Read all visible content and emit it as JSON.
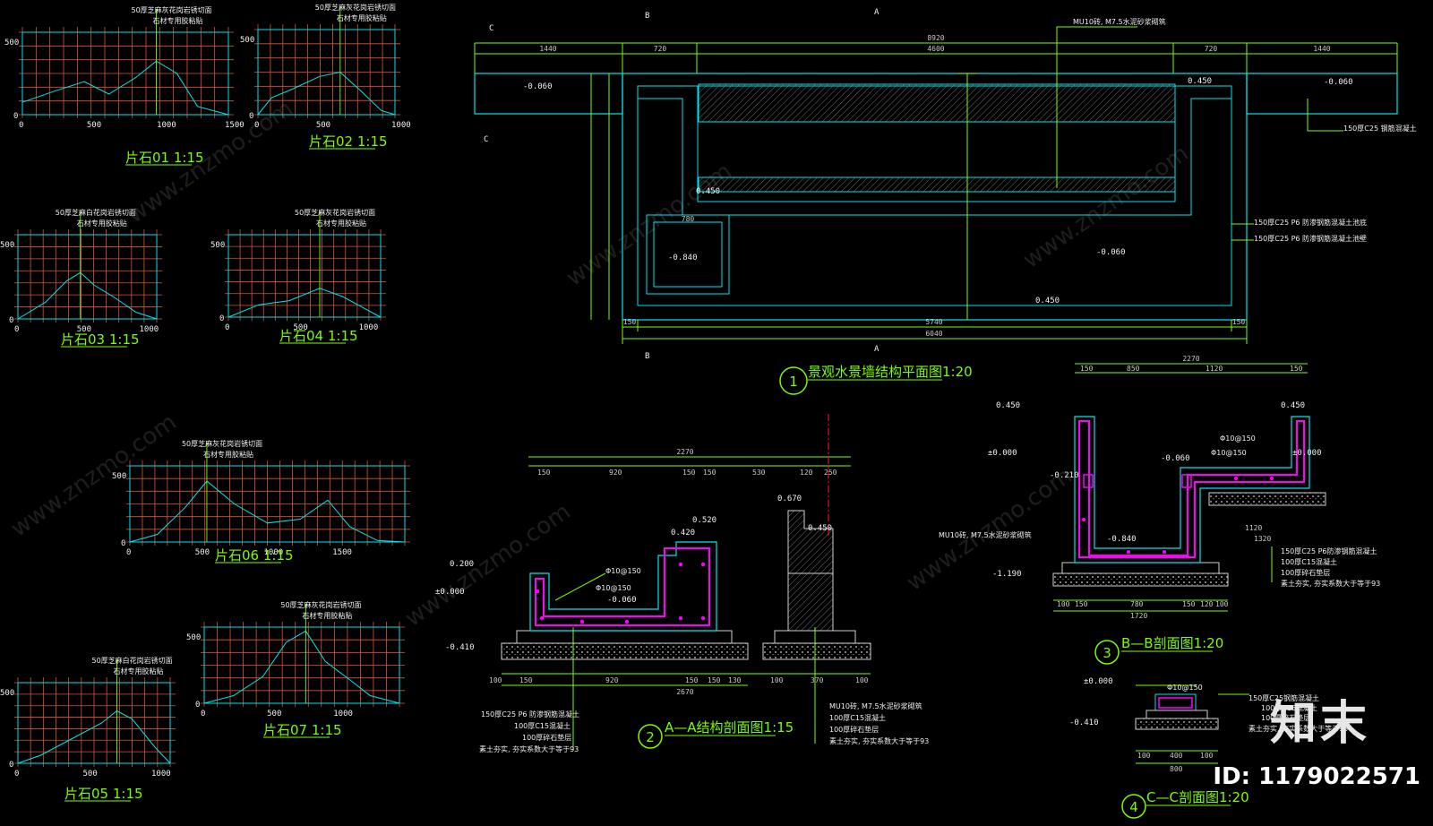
{
  "brand": "知末",
  "id_label": "ID: 1179022571",
  "watermark": "www.znzmo.com",
  "profiles": [
    {
      "title": "片石01 1:15",
      "note1": "50厚芝麻灰花岗岩锈切面",
      "note2": "石材专用胶粘贴",
      "y": "500",
      "x": [
        "0",
        "500",
        "1000",
        "1500"
      ]
    },
    {
      "title": "片石02 1:15",
      "note1": "50厚芝麻灰花岗岩锈切面",
      "note2": "石材专用胶粘贴",
      "y": "500",
      "x": [
        "0",
        "500",
        "1000"
      ]
    },
    {
      "title": "片石03 1:15",
      "note1": "50厚芝麻白花岗岩锈切面",
      "note2": "石材专用胶粘贴",
      "y": "500",
      "x": [
        "0",
        "500",
        "1000"
      ]
    },
    {
      "title": "片石04 1:15",
      "note1": "50厚芝麻灰花岗岩锈切面",
      "note2": "石材专用胶粘贴",
      "y": "500",
      "x": [
        "0",
        "500",
        "1000"
      ]
    },
    {
      "title": "片石06 1:15",
      "note1": "50厚芝麻灰花岗岩锈切面",
      "note2": "石材专用胶粘贴",
      "y": "500",
      "x": [
        "0",
        "500",
        "1000",
        "1500"
      ]
    },
    {
      "title": "片石07 1:15",
      "note1": "50厚芝麻灰花岗岩锈切面",
      "note2": "石材专用胶粘贴",
      "y": "500",
      "x": [
        "0",
        "500",
        "1000"
      ]
    },
    {
      "title": "片石05 1:15",
      "note1": "50厚芝麻白花岗岩锈切面",
      "note2": "石材专用胶粘贴",
      "y": "500",
      "x": [
        "0",
        "500",
        "1000"
      ]
    }
  ],
  "plan": {
    "title": "景观水景墙结构平面图1:20",
    "num": "1",
    "top_dims": [
      "1440",
      "720",
      "4600",
      "720",
      "1440"
    ],
    "overall": "8920",
    "bottom_dims": [
      "150",
      "5740",
      "150"
    ],
    "bottom_total": "6040",
    "note_mu": "MU10砖, M7.5水泥砂浆砌筑",
    "note_150": "150厚C25 钢筋混凝土",
    "note_p6a": "150厚C25 P6 防渗钢筋混凝土池底",
    "note_p6b": "150厚C25 P6 防渗钢筋混凝土池壁",
    "elevs": [
      "-0.060",
      "-0.060",
      "0.450",
      "0.450",
      "-0.840",
      "-0.060",
      "0.450"
    ],
    "sec": [
      "A",
      "B",
      "C"
    ],
    "inner": "780"
  },
  "aa": {
    "title": "A—A结构剖面图1:15",
    "num": "2",
    "top_total": "2270",
    "top_dims": [
      "150",
      "920",
      "150",
      "150",
      "530",
      "120",
      "250"
    ],
    "bottom_dims": [
      "100",
      "150",
      "920",
      "150",
      "150",
      "130",
      "100",
      "370",
      "100"
    ],
    "bottom_total": "2670",
    "rebar": [
      "Φ10@150",
      "Φ10@150"
    ],
    "elevs": [
      "0.200",
      "±0.000",
      "-0.410",
      "0.420",
      "0.520",
      "-0.060",
      "0.670",
      "0.450"
    ],
    "notes_left": [
      "150厚C25 P6 防渗钢筋混凝土",
      "100厚C15混凝土",
      "100厚碎石垫层",
      "素土夯实, 夯实系数大于等于93"
    ],
    "notes_right": [
      "MU10砖, M7.5水泥砂浆砌筑",
      "100厚C15混凝土",
      "100厚碎石垫层",
      "素土夯实, 夯实系数大于等于93"
    ]
  },
  "bb": {
    "title": "B—B剖面图1:20",
    "num": "3",
    "top_total": "2270",
    "top_dims": [
      "150",
      "850",
      "1120",
      "150"
    ],
    "bottom_dims": [
      "100",
      "150",
      "780",
      "150",
      "120",
      "100"
    ],
    "bottom_total": "1720",
    "rebar": [
      "Φ10@150",
      "Φ10@150"
    ],
    "elevs": [
      "0.450",
      "±0.000",
      "-0.210",
      "-0.840",
      "-1.190",
      "-0.060",
      "0.450",
      "±0.000"
    ],
    "notes": [
      "150厚C25 P6防渗钢筋混凝土",
      "100厚C15混凝土",
      "100厚碎石垫层",
      "素土夯实, 夯实系数大于等于93"
    ],
    "note_mu": "MU10砖, M7.5水泥砂浆砌筑",
    "dim_1120": "1120",
    "dim_1320": "1320"
  },
  "cc": {
    "title": "C—C剖面图1:20",
    "num": "4",
    "rebar": "Φ10@150",
    "elevs": [
      "±0.000",
      "-0.410"
    ],
    "notes": [
      "150厚C25钢筋混凝土",
      "100厚C15混凝土",
      "100厚碎石垫层",
      "素土夯实, 夯实系数大于等于93"
    ],
    "bottom_dims": [
      "100",
      "800",
      "100"
    ],
    "inner": "400"
  }
}
